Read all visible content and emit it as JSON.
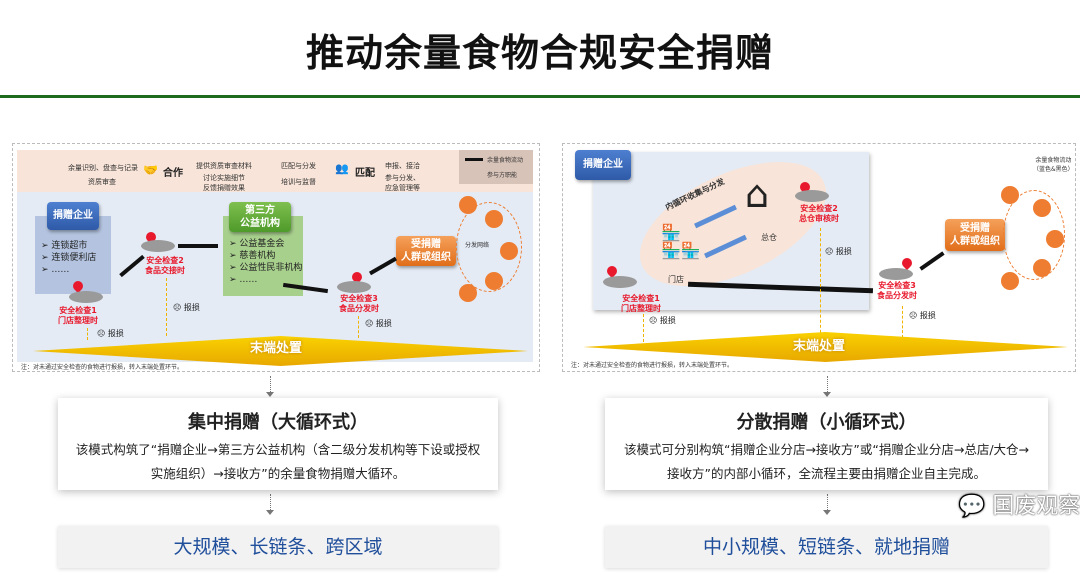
{
  "title": "推动余量食物合规安全捐赠",
  "left_diagram": {
    "top_labels": {
      "l1": "余量识别、盘查与记录",
      "l2": "资质审查",
      "coop": "合作",
      "l3": "提供资质审查材料",
      "l4": "讨论实施细节",
      "l5": "反馈捐赠效果",
      "l6": "匹配与分发",
      "l7": "培训与监督",
      "match": "匹配",
      "l8": "申报、接洽",
      "l9": "参与分发、",
      "l10": "应急管理等"
    },
    "legend": {
      "flow": "余量食物流动",
      "role": "参与方职能"
    },
    "donor": {
      "title": "捐赠企业",
      "items": [
        "连锁超市",
        "连锁便利店",
        "……"
      ]
    },
    "third_party": {
      "title1": "第三方",
      "title2": "公益机构",
      "items": [
        "公益基金会",
        "慈善机构",
        "公益性民非机构",
        "……"
      ]
    },
    "recipient": {
      "line1": "受捐赠",
      "line2": "人群或组织"
    },
    "network_label": "分发网络",
    "checks": [
      {
        "l1": "安全检查1",
        "l2": "门店整理时"
      },
      {
        "l1": "安全检查2",
        "l2": "食品交接时"
      },
      {
        "l1": "安全检查3",
        "l2": "食品分发时"
      }
    ],
    "loss": "报损",
    "terminal": "末端处置",
    "note": "注：对未通过安全检查的食物进行报损，转入末端处置环节。"
  },
  "right_diagram": {
    "donor": "捐赠企业",
    "loop_label": "内循环收集与分发",
    "warehouse": "总仓",
    "store": "门店",
    "legend": {
      "l1": "余量食物流动",
      "l2": "（蓝色&黑色）"
    },
    "recipient": {
      "line1": "受捐赠",
      "line2": "人群或组织"
    },
    "checks": [
      {
        "l1": "安全检查1",
        "l2": "门店整理时"
      },
      {
        "l1": "安全检查2",
        "l2": "总仓审核时"
      },
      {
        "l1": "安全检查3",
        "l2": "食品分发时"
      }
    ],
    "loss": "报损",
    "terminal": "末端处置",
    "note": "注：对未通过安全检查的食物进行报损，转入末端处置环节。"
  },
  "left_card": {
    "title": "集中捐赠（大循环式）",
    "body": "该模式构筑了“捐赠企业→第三方公益机构（含二级分发机构等下设或授权实施组织）→接收方”的余量食物捐赠大循环。"
  },
  "right_card": {
    "title": "分散捐赠（小循环式）",
    "body": "该模式可分别构筑“捐赠企业分店→接收方”或“捐赠企业分店→总店/大仓→接收方”的内部小循环，全流程主要由捐赠企业自主完成。"
  },
  "left_pill": "大规模、长链条、跨区域",
  "right_pill": "中小规模、短链条、就地捐赠",
  "watermark": "国废观察",
  "colors": {
    "green_rule": "#1e6b1e",
    "red": "#e8192c",
    "orange": "#ee7d31",
    "blue_text": "#1f4e9b"
  }
}
